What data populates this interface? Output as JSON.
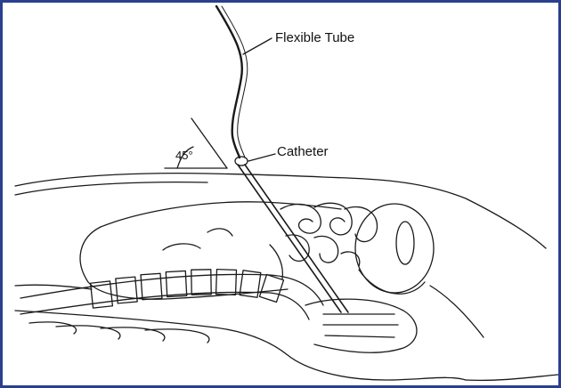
{
  "labels": {
    "flexible_tube": "Flexible Tube",
    "catheter": "Catheter",
    "angle": "45°"
  },
  "colors": {
    "frame_border": "#2a3f8f",
    "ink": "#1a1a1a",
    "background": "#ffffff"
  }
}
